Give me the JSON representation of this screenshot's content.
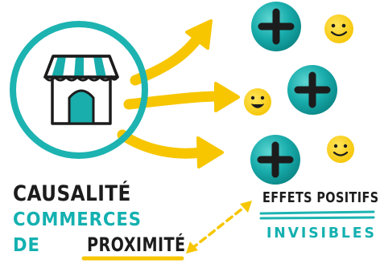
{
  "labels": {
    "causalite": "CAUSALITÉ",
    "commerces": "COMMERCES",
    "de": "DE",
    "proximite": "PROXIMITÉ",
    "effets_positifs": "EFFETS POSITIFS",
    "invisibles": "INVISIBLES"
  },
  "colors": {
    "teal": "#14b0b0",
    "teal_dark": "#0d8f8f",
    "yellow": "#f7c600",
    "yellow_light": "#ffd93a",
    "ink": "#1c1c1c"
  },
  "icons": {
    "shop": "storefront-icon",
    "plus": "plus-icon",
    "smiley": "smiley-icon",
    "arrow": "arrow-icon"
  }
}
